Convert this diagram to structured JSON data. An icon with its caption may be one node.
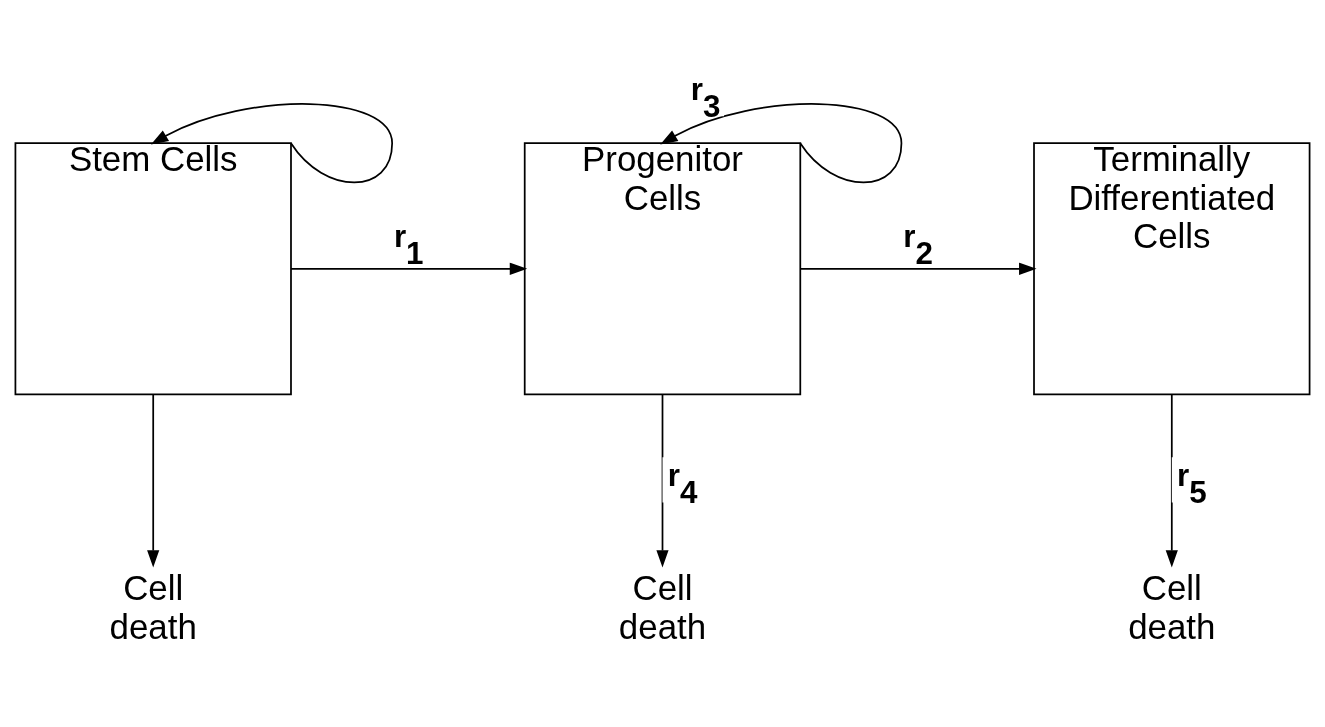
{
  "diagram": {
    "nodes": [
      {
        "text": [
          "Stem Cells"
        ]
      },
      {
        "text": [
          "Progenitor Cells"
        ]
      },
      {
        "text": [
          "Terminally Differentiated Cells"
        ]
      },
      {
        "text": [
          "Cell death"
        ]
      },
      {
        "text": [
          "Cell death"
        ]
      },
      {
        "text": [
          "Cell death"
        ]
      }
    ],
    "edges": [
      {
        "from": 0,
        "to": 0,
        "arrow": "to"
      },
      {
        "from": 0,
        "to": 1,
        "arrow": "to",
        "label": "r$_{1}$"
      },
      {
        "from": 1,
        "to": 1,
        "arrow": "to",
        "label": "r$_{3}$"
      },
      {
        "from": 1,
        "to": 2,
        "arrow": "to",
        "label": "r$_{2}$"
      },
      {
        "from": 0,
        "to": 3,
        "arrow": "to"
      },
      {
        "from": 1,
        "to": 4,
        "arrow": "to",
        "label": "r$_{4}$"
      },
      {
        "from": 2,
        "to": 5,
        "arrow": "to",
        "label": "r$_{5}$"
      }
    ]
  }
}
